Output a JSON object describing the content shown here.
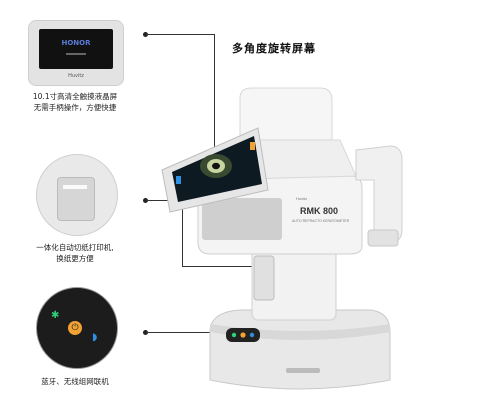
{
  "headline": "多角度旋转屏幕",
  "features": [
    {
      "caption_lines": [
        "10.1寸高清全触摸液晶屏",
        "无需手柄操作，方便快捷"
      ]
    },
    {
      "caption_lines": [
        "一体化自动切纸打印机,",
        "换纸更方便"
      ]
    },
    {
      "caption_lines": [
        "蓝牙、无线组网联机"
      ]
    }
  ],
  "screen_logo": "HONOR",
  "brand_small": "Huvitz",
  "model": "RMK 800",
  "model_sub": "AUTO REFRACTO KERATOMETER",
  "colors": {
    "accent_orange": "#f2a233",
    "bluetooth_green": "#2fd07a",
    "wifi_blue": "#2f8fe0"
  }
}
